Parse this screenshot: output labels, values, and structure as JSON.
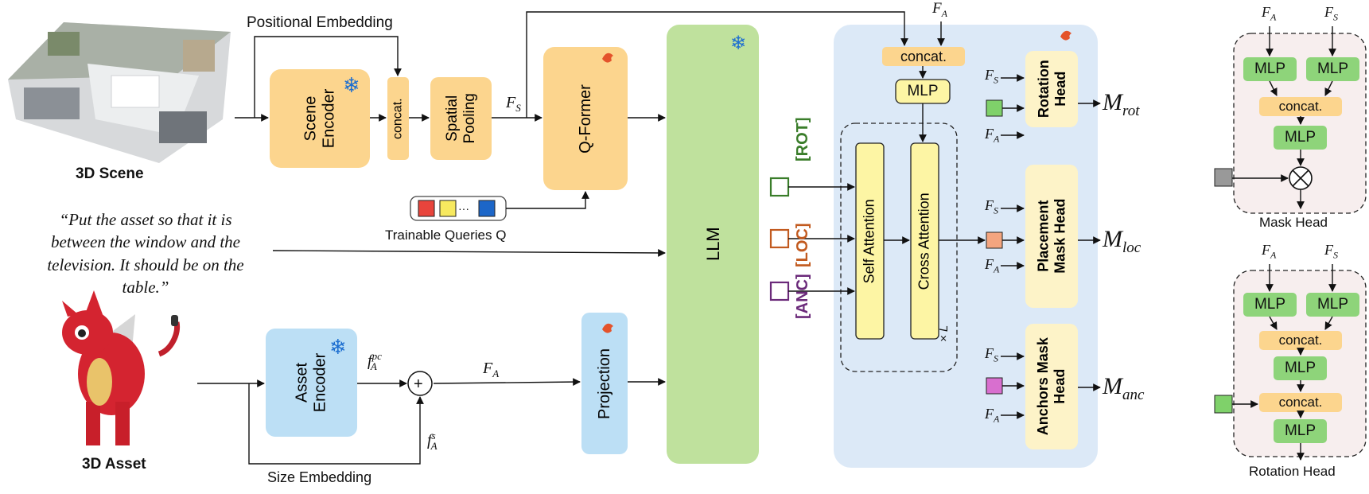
{
  "scene": {
    "label": "3D Scene",
    "positional_embedding": "Positional Embedding",
    "scene_encoder": "Scene\nEncoder",
    "concat": "concat.",
    "spatial_pooling": "Spatial\nPooling",
    "fs": "F",
    "fs_sub": "S",
    "qformer": "Q-Former",
    "trainable_queries": "Trainable Queries Q"
  },
  "instruction": {
    "line1": "“Put the asset so that it is",
    "line2": "between the window and the",
    "line3": "television. It should be on the",
    "line4": "table.”"
  },
  "asset": {
    "label": "3D Asset",
    "encoder": "Asset\nEncoder",
    "fpc": "f",
    "fpc_sup": "pc",
    "fpc_sub": "A",
    "fs": "f",
    "fs_sup": "s",
    "fs_sub": "A",
    "fa": "F",
    "fa_sub": "A",
    "size_embedding": "Size Embedding",
    "projection": "Projection"
  },
  "llm": {
    "label": "LLM"
  },
  "decoder": {
    "fa_top": "F",
    "fa_top_sub": "A",
    "concat": "concat.",
    "mlp": "MLP",
    "self_attention": "Self Attention",
    "cross_attention": "Cross Attention",
    "repeat": "× L",
    "tokens": [
      {
        "label": "[ROT]",
        "color": "#3a7d2a"
      },
      {
        "label": "[LOC]",
        "color": "#c25a1f"
      },
      {
        "label": "[ANC]",
        "color": "#6b2a7a"
      }
    ]
  },
  "heads": [
    {
      "name": "Rotation\nHead",
      "out": "M",
      "out_sub": "rot",
      "in1": "F",
      "in1_sub": "S",
      "in2": "F",
      "in2_sub": "A",
      "token_color": "#7fd16a"
    },
    {
      "name": "Placement\nMask Head",
      "out": "M",
      "out_sub": "loc",
      "in1": "F",
      "in1_sub": "S",
      "in2": "F",
      "in2_sub": "A",
      "token_color": "#f4a57f"
    },
    {
      "name": "Anchors Mask\nHead",
      "out": "M",
      "out_sub": "anc",
      "in1": "F",
      "in1_sub": "S",
      "in2": "F",
      "in2_sub": "A",
      "token_color": "#d86fcf"
    }
  ],
  "mask_head": {
    "caption": "Mask Head",
    "fa": "F",
    "fa_sub": "A",
    "fs": "F",
    "fs_sub": "S",
    "mlp": "MLP",
    "concat": "concat."
  },
  "rotation_head": {
    "caption": "Rotation Head",
    "fa": "F",
    "fa_sub": "A",
    "fs": "F",
    "fs_sub": "S",
    "mlp": "MLP",
    "concat": "concat."
  },
  "colors": {
    "orange_box": "#fcd58e",
    "light_blue": "#bcdff5",
    "green_llm": "#bfe19d",
    "decoder_bg": "#dce9f7",
    "attn_yellow": "#fdf5a4",
    "mlp_green": "#8ed47a",
    "head_yellow": "#fdf3c8",
    "subpanel_bg": "#f7eeee"
  }
}
